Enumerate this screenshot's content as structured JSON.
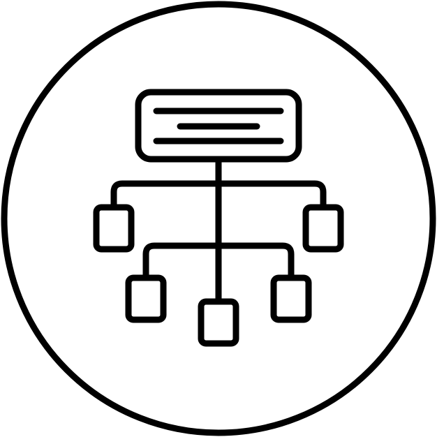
{
  "icon": {
    "name": "hierarchy-structure-icon",
    "stroke_color": "#000000",
    "background_color": "#ffffff",
    "top_node_text_lines": 3,
    "mid_level_nodes": 2,
    "bottom_level_nodes": 3
  }
}
